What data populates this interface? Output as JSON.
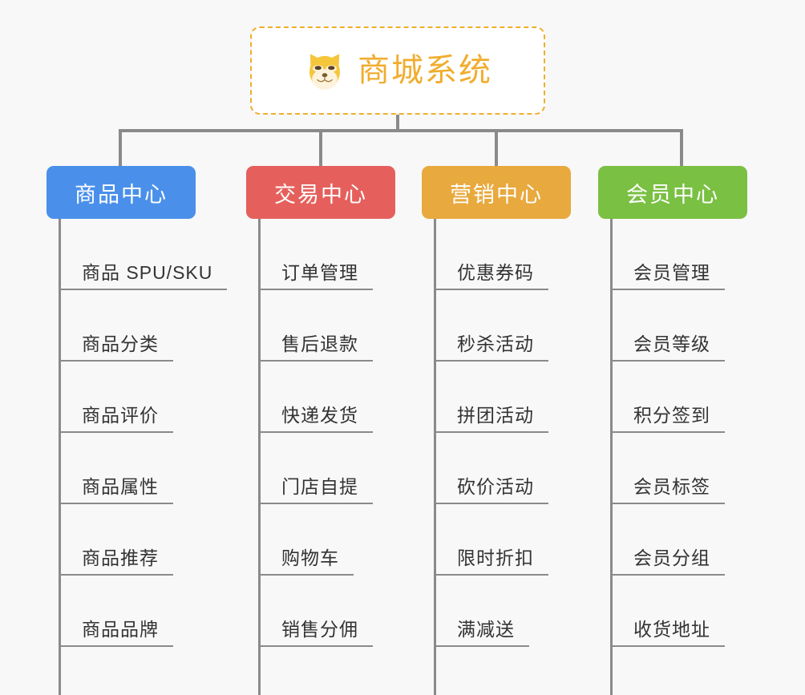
{
  "page": {
    "background_color": "#f8f8f8",
    "connector_color": "#8a8a8a"
  },
  "root": {
    "title": "商城系统",
    "icon": "shiba-dog-face-emoji",
    "border_color": "#f0ad2e",
    "text_color": "#f0ad2e",
    "background_color": "#ffffff"
  },
  "categories": [
    {
      "label": "商品中心",
      "color": "#4a90ea",
      "items": [
        "商品 SPU/SKU",
        "商品分类",
        "商品评价",
        "商品属性",
        "商品推荐",
        "商品品牌"
      ]
    },
    {
      "label": "交易中心",
      "color": "#e5605c",
      "items": [
        "订单管理",
        "售后退款",
        "快递发货",
        "门店自提",
        "购物车",
        "销售分佣"
      ]
    },
    {
      "label": "营销中心",
      "color": "#e8a93e",
      "items": [
        "优惠券码",
        "秒杀活动",
        "拼团活动",
        "砍价活动",
        "限时折扣",
        "满减送"
      ]
    },
    {
      "label": "会员中心",
      "color": "#7ac043",
      "items": [
        "会员管理",
        "会员等级",
        "积分签到",
        "会员标签",
        "会员分组",
        "收货地址"
      ]
    }
  ]
}
